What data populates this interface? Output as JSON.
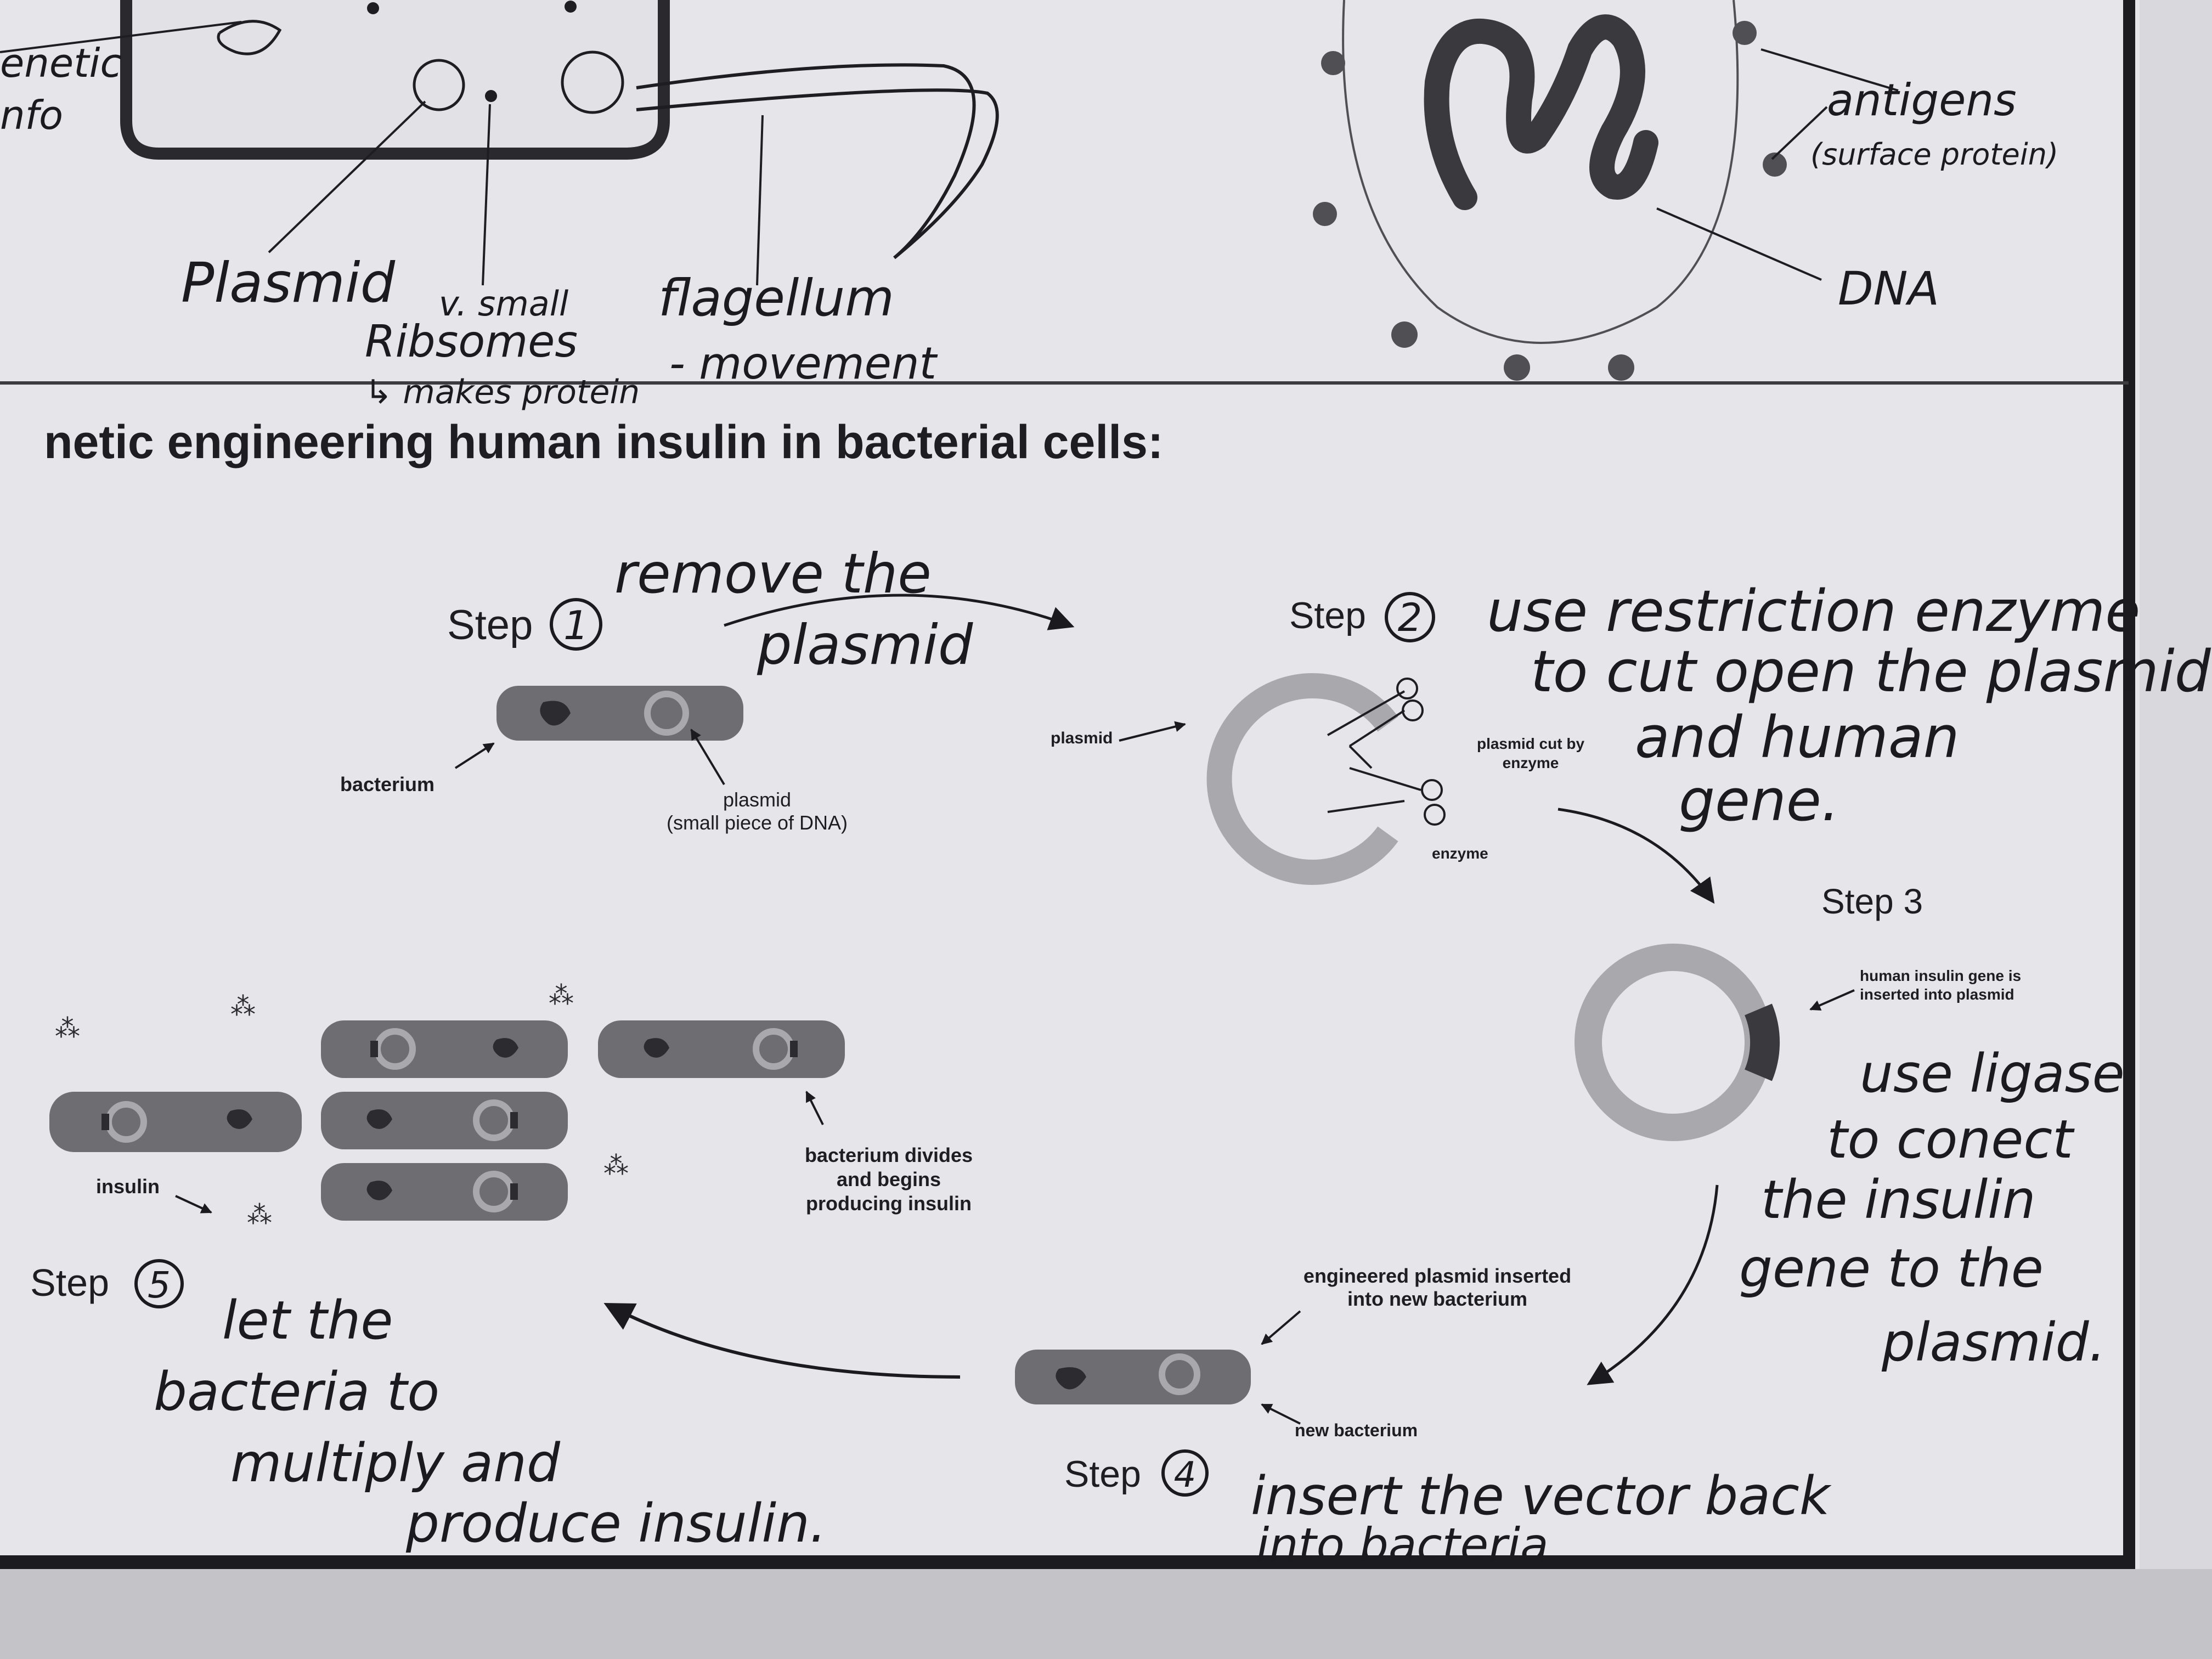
{
  "top_left": {
    "label_top_1": "enetic",
    "label_top_2": "nfo",
    "plasmid": "Plasmid",
    "ribosomes_1": "v. small",
    "ribosomes_2": "Ribsomes",
    "ribosomes_3": "↳ makes protein",
    "flagellum_1": "flagellum",
    "flagellum_2": "- movement"
  },
  "top_right": {
    "antigens_1": "antigens",
    "antigens_2": "(surface protein)",
    "dna": "DNA"
  },
  "heading": "netic engineering human insulin in bacterial cells:",
  "step1": {
    "label": "Step",
    "num": "1",
    "note_1": "remove the",
    "note_2": "plasmid",
    "bacterium": "bacterium",
    "plasmid_1": "plasmid",
    "plasmid_2": "(small piece of DNA)"
  },
  "step2": {
    "label": "Step",
    "num": "2",
    "note_1": "use restriction enzyme",
    "note_2": "to cut open the plasmid",
    "note_3": "and human",
    "note_4": "gene.",
    "plasmid": "plasmid",
    "cut_1": "plasmid cut by",
    "cut_2": "enzyme",
    "enzyme": "enzyme"
  },
  "step3": {
    "label": "Step 3",
    "gene_1": "human insulin gene is",
    "gene_2": "inserted into plasmid",
    "note_1": "use ligase",
    "note_2": "to conect",
    "note_3": "the insulin",
    "note_4": "gene to the",
    "note_5": "plasmid."
  },
  "step4": {
    "label": "Step",
    "num": "4",
    "engineered_1": "engineered plasmid inserted",
    "engineered_2": "into new bacterium",
    "new_bacterium": "new bacterium",
    "note_1": "insert the vector back",
    "note_2": "into bacteria"
  },
  "step5": {
    "label": "Step",
    "num": "5",
    "note_1": "let the",
    "note_2": "bacteria to",
    "note_3": "multiply and",
    "note_4": "produce insulin.",
    "divides_1": "bacterium divides",
    "divides_2": "and begins",
    "divides_3": "producing insulin",
    "insulin": "insulin"
  },
  "colors": {
    "paper": "#e9e9ec",
    "cell_fill": "#6e6e72",
    "plasmid_ring": "#a9a9ad",
    "gene_segment": "#3a3a3e",
    "ink": "#1b1b1f"
  }
}
